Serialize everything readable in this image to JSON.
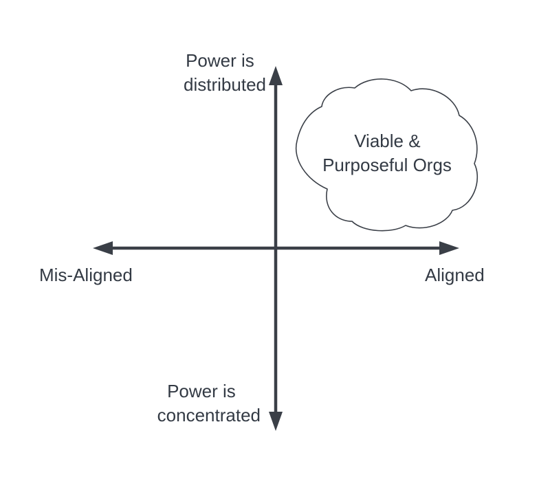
{
  "diagram": {
    "axis_top_label": [
      "Power is",
      "distributed"
    ],
    "axis_bottom_label": [
      "Power is",
      "concentrated"
    ],
    "axis_left_label": "Mis-Aligned",
    "axis_right_label": "Aligned",
    "cloud_label": [
      "Viable &",
      "Purposeful Orgs"
    ],
    "colors": {
      "axis": "#3a3f47",
      "text": "#333a44",
      "cloud_stroke": "#3a3f47",
      "background": "#ffffff"
    }
  }
}
